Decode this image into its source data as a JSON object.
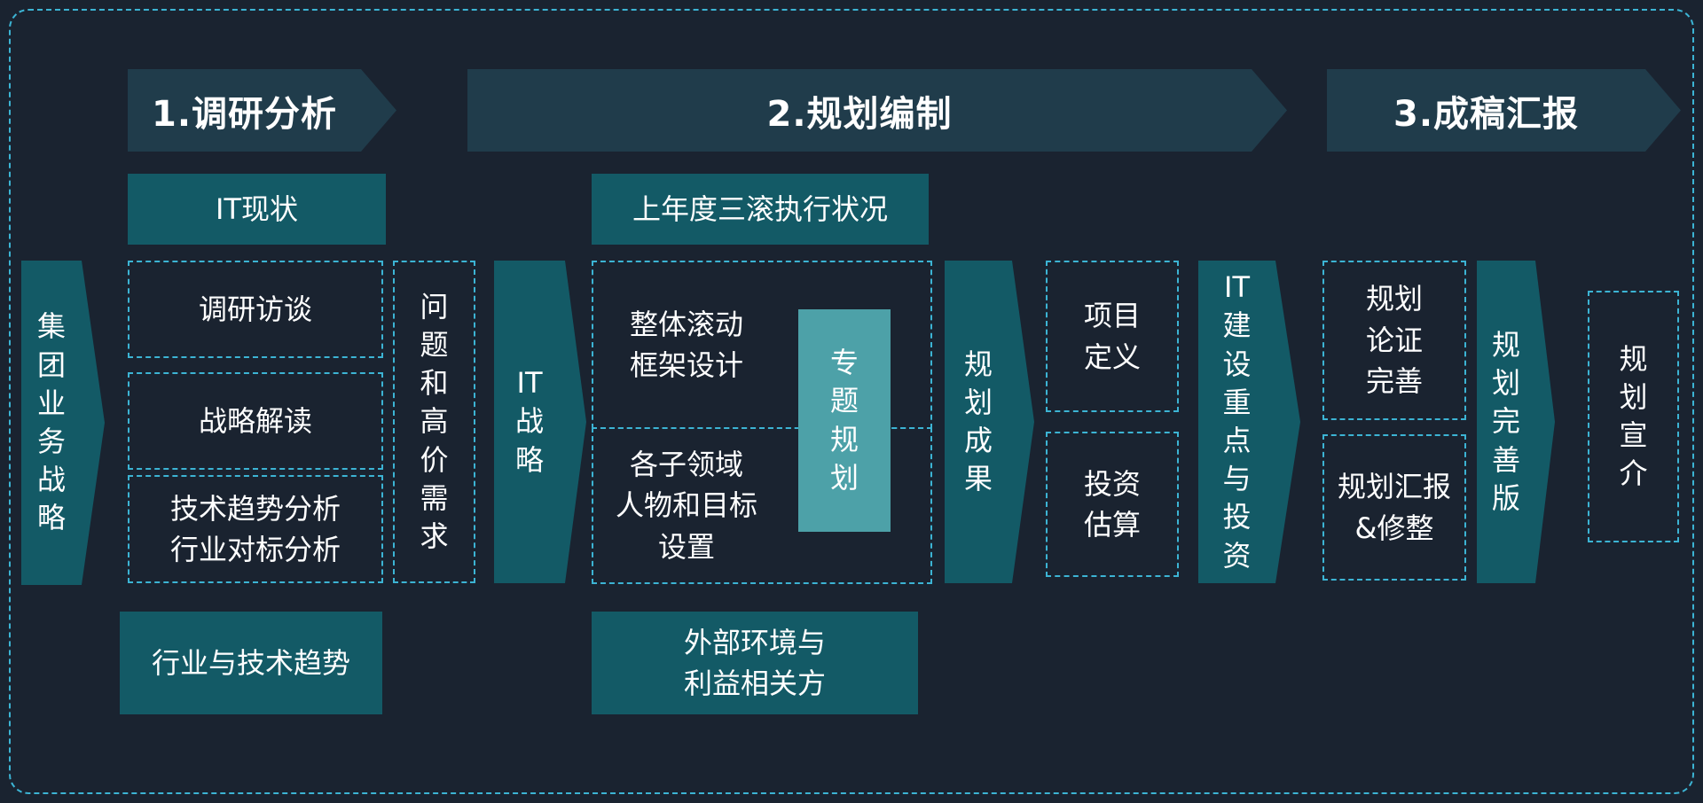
{
  "phase_headers": {
    "p1": "1.调研分析",
    "p2": "2.规划编制",
    "p3": "3.成稿汇报"
  },
  "left": {
    "group_business_strategy": [
      "集",
      "团",
      "业",
      "务",
      "战",
      "略"
    ]
  },
  "research": {
    "it_status": "IT现状",
    "interviews": "调研访谈",
    "strategy_interpretation": "战略解读",
    "tech_industry_analysis": [
      "技术趋势分析",
      "行业对标分析"
    ],
    "industry_tech_trends": "行业与技术趋势",
    "problems_high_value_needs": [
      "问",
      "题",
      "和",
      "高",
      "价",
      "需",
      "求"
    ],
    "it_strategy": [
      "IT",
      "战",
      "略"
    ]
  },
  "planning": {
    "last_year_rolling_status": "上年度三滚执行状况",
    "overall_rolling_framework": [
      "整体滚动",
      "框架设计"
    ],
    "subdomain_goals": [
      "各子领域",
      "人物和目标",
      "设置"
    ],
    "special_topic_planning": [
      "专",
      "题",
      "规",
      "划"
    ],
    "external_environment": [
      "外部环境与",
      "利益相关方"
    ],
    "planning_results": [
      "规",
      "划",
      "成",
      "果"
    ],
    "project_definition": [
      "项目",
      "定义"
    ],
    "investment_estimate": [
      "投资",
      "估算"
    ],
    "it_construction_focus": [
      "IT",
      "建",
      "设",
      "重",
      "点",
      "与",
      "投",
      "资"
    ]
  },
  "reporting": {
    "plan_validation": [
      "规划",
      "论证",
      "完善"
    ],
    "plan_report_revision": [
      "规划汇报",
      "&修整"
    ],
    "plan_final_version": [
      "规",
      "划",
      "完",
      "善",
      "版"
    ],
    "plan_promotion": [
      "规",
      "划",
      "宣",
      "介"
    ]
  },
  "colors": {
    "background": "#1a2330",
    "banner": "#203c4b",
    "solid_teal": "#135a66",
    "light_teal": "#4da1a8",
    "dashed_cyan": "#3cb4d4",
    "text": "#ffffff"
  }
}
